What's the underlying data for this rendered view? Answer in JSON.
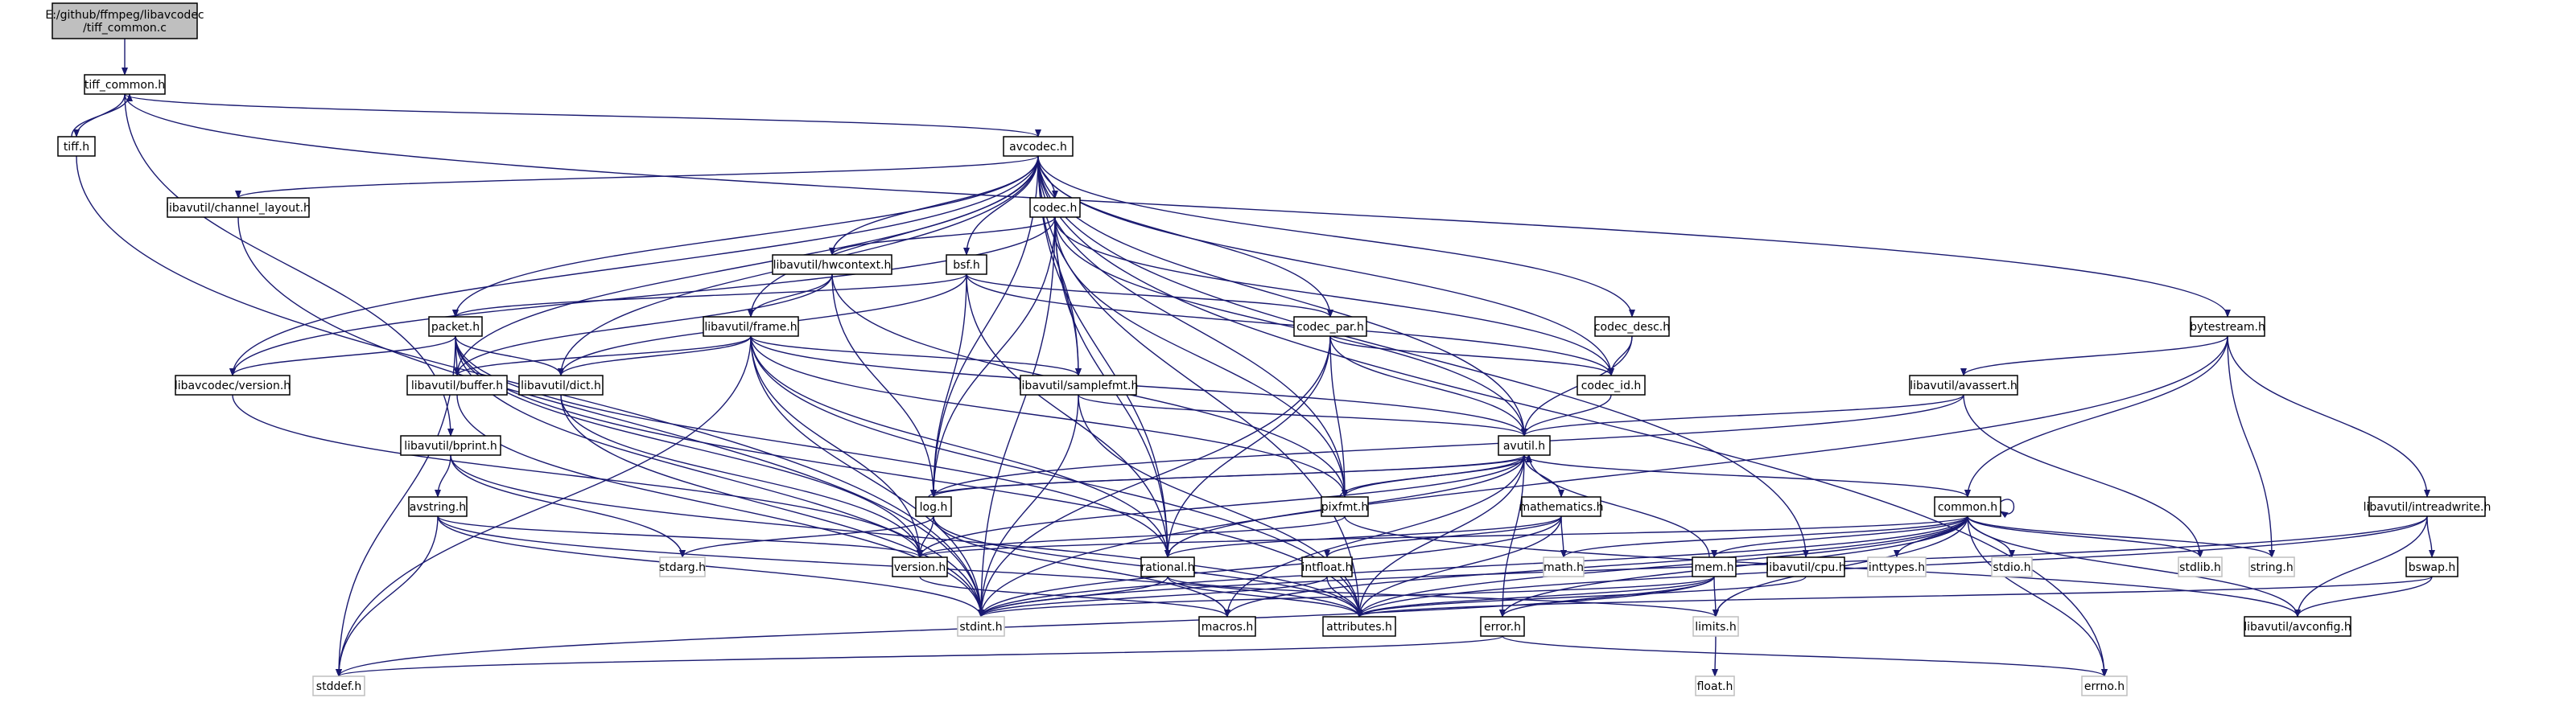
{
  "graph": {
    "nodes": [
      {
        "id": "root",
        "lines": [
          "E:/github/ffmpeg/libavcodec",
          "/tiff_common.c"
        ],
        "style": "root"
      },
      {
        "id": "tiff_common",
        "lines": [
          "tiff_common.h"
        ],
        "style": "normal"
      },
      {
        "id": "tiff",
        "lines": [
          "tiff.h"
        ],
        "style": "normal"
      },
      {
        "id": "avcodec",
        "lines": [
          "avcodec.h"
        ],
        "style": "normal"
      },
      {
        "id": "channel_layout",
        "lines": [
          "libavutil/channel_layout.h"
        ],
        "style": "normal"
      },
      {
        "id": "codec",
        "lines": [
          "codec.h"
        ],
        "style": "normal"
      },
      {
        "id": "hwcontext",
        "lines": [
          "libavutil/hwcontext.h"
        ],
        "style": "normal"
      },
      {
        "id": "bsf",
        "lines": [
          "bsf.h"
        ],
        "style": "normal"
      },
      {
        "id": "packet",
        "lines": [
          "packet.h"
        ],
        "style": "normal"
      },
      {
        "id": "frame",
        "lines": [
          "libavutil/frame.h"
        ],
        "style": "normal"
      },
      {
        "id": "codec_par",
        "lines": [
          "codec_par.h"
        ],
        "style": "normal"
      },
      {
        "id": "codec_desc",
        "lines": [
          "codec_desc.h"
        ],
        "style": "normal"
      },
      {
        "id": "bytestream",
        "lines": [
          "bytestream.h"
        ],
        "style": "normal"
      },
      {
        "id": "avc_version",
        "lines": [
          "libavcodec/version.h"
        ],
        "style": "normal"
      },
      {
        "id": "buffer",
        "lines": [
          "libavutil/buffer.h"
        ],
        "style": "normal"
      },
      {
        "id": "dict",
        "lines": [
          "libavutil/dict.h"
        ],
        "style": "normal"
      },
      {
        "id": "samplefmt",
        "lines": [
          "libavutil/samplefmt.h"
        ],
        "style": "normal"
      },
      {
        "id": "codec_id",
        "lines": [
          "codec_id.h"
        ],
        "style": "normal"
      },
      {
        "id": "avassert",
        "lines": [
          "libavutil/avassert.h"
        ],
        "style": "normal"
      },
      {
        "id": "bprint",
        "lines": [
          "libavutil/bprint.h"
        ],
        "style": "normal"
      },
      {
        "id": "avutil",
        "lines": [
          "avutil.h"
        ],
        "style": "normal"
      },
      {
        "id": "avstring",
        "lines": [
          "avstring.h"
        ],
        "style": "normal"
      },
      {
        "id": "log",
        "lines": [
          "log.h"
        ],
        "style": "normal"
      },
      {
        "id": "pixfmt",
        "lines": [
          "pixfmt.h"
        ],
        "style": "normal"
      },
      {
        "id": "mathematics",
        "lines": [
          "mathematics.h"
        ],
        "style": "normal"
      },
      {
        "id": "common",
        "lines": [
          "common.h"
        ],
        "style": "normal"
      },
      {
        "id": "intreadwrite",
        "lines": [
          "libavutil/intreadwrite.h"
        ],
        "style": "normal"
      },
      {
        "id": "stdarg",
        "lines": [
          "stdarg.h"
        ],
        "style": "ghost"
      },
      {
        "id": "version",
        "lines": [
          "version.h"
        ],
        "style": "normal"
      },
      {
        "id": "rational",
        "lines": [
          "rational.h"
        ],
        "style": "normal"
      },
      {
        "id": "intfloat",
        "lines": [
          "intfloat.h"
        ],
        "style": "normal"
      },
      {
        "id": "math",
        "lines": [
          "math.h"
        ],
        "style": "ghost"
      },
      {
        "id": "mem",
        "lines": [
          "mem.h"
        ],
        "style": "normal"
      },
      {
        "id": "cpu",
        "lines": [
          "libavutil/cpu.h"
        ],
        "style": "normal"
      },
      {
        "id": "inttypes",
        "lines": [
          "inttypes.h"
        ],
        "style": "ghost"
      },
      {
        "id": "stdio",
        "lines": [
          "stdio.h"
        ],
        "style": "ghost"
      },
      {
        "id": "stdlib",
        "lines": [
          "stdlib.h"
        ],
        "style": "ghost"
      },
      {
        "id": "string",
        "lines": [
          "string.h"
        ],
        "style": "ghost"
      },
      {
        "id": "bswap",
        "lines": [
          "bswap.h"
        ],
        "style": "normal"
      },
      {
        "id": "stdint",
        "lines": [
          "stdint.h"
        ],
        "style": "ghost"
      },
      {
        "id": "macros",
        "lines": [
          "macros.h"
        ],
        "style": "normal"
      },
      {
        "id": "attributes",
        "lines": [
          "attributes.h"
        ],
        "style": "normal"
      },
      {
        "id": "error",
        "lines": [
          "error.h"
        ],
        "style": "normal"
      },
      {
        "id": "limits",
        "lines": [
          "limits.h"
        ],
        "style": "ghost"
      },
      {
        "id": "avconfig",
        "lines": [
          "libavutil/avconfig.h"
        ],
        "style": "normal"
      },
      {
        "id": "float",
        "lines": [
          "float.h"
        ],
        "style": "ghost"
      },
      {
        "id": "stddef",
        "lines": [
          "stddef.h"
        ],
        "style": "ghost"
      },
      {
        "id": "errno",
        "lines": [
          "errno.h"
        ],
        "style": "ghost"
      }
    ],
    "edges": [
      [
        "root",
        "tiff_common"
      ],
      [
        "tiff_common",
        "tiff"
      ],
      [
        "tiff",
        "tiff_common"
      ],
      [
        "tiff_common",
        "avcodec"
      ],
      [
        "tiff_common",
        "bytestream"
      ],
      [
        "tiff_common",
        "bprint"
      ],
      [
        "tiff",
        "stdint"
      ],
      [
        "avcodec",
        "channel_layout"
      ],
      [
        "avcodec",
        "codec"
      ],
      [
        "avcodec",
        "hwcontext"
      ],
      [
        "avcodec",
        "bsf"
      ],
      [
        "avcodec",
        "packet"
      ],
      [
        "avcodec",
        "frame"
      ],
      [
        "avcodec",
        "codec_par"
      ],
      [
        "avcodec",
        "codec_desc"
      ],
      [
        "avcodec",
        "avc_version"
      ],
      [
        "avcodec",
        "buffer"
      ],
      [
        "avcodec",
        "dict"
      ],
      [
        "avcodec",
        "samplefmt"
      ],
      [
        "avcodec",
        "codec_id"
      ],
      [
        "avcodec",
        "avutil"
      ],
      [
        "avcodec",
        "log"
      ],
      [
        "avcodec",
        "pixfmt"
      ],
      [
        "avcodec",
        "rational"
      ],
      [
        "avcodec",
        "attributes"
      ],
      [
        "avcodec",
        "cpu"
      ],
      [
        "avcodec",
        "errno"
      ],
      [
        "channel_layout",
        "stdint"
      ],
      [
        "codec",
        "hwcontext"
      ],
      [
        "codec",
        "avc_version"
      ],
      [
        "codec",
        "samplefmt"
      ],
      [
        "codec",
        "codec_id"
      ],
      [
        "codec",
        "avutil"
      ],
      [
        "codec",
        "log"
      ],
      [
        "codec",
        "pixfmt"
      ],
      [
        "codec",
        "rational"
      ],
      [
        "codec",
        "stdint"
      ],
      [
        "hwcontext",
        "buffer"
      ],
      [
        "hwcontext",
        "frame"
      ],
      [
        "hwcontext",
        "log"
      ],
      [
        "hwcontext",
        "pixfmt"
      ],
      [
        "bsf",
        "packet"
      ],
      [
        "bsf",
        "codec_par"
      ],
      [
        "bsf",
        "codec_id"
      ],
      [
        "bsf",
        "dict"
      ],
      [
        "bsf",
        "log"
      ],
      [
        "bsf",
        "rational"
      ],
      [
        "packet",
        "avc_version"
      ],
      [
        "packet",
        "buffer"
      ],
      [
        "packet",
        "dict"
      ],
      [
        "packet",
        "version"
      ],
      [
        "packet",
        "attributes"
      ],
      [
        "packet",
        "rational"
      ],
      [
        "packet",
        "stdint"
      ],
      [
        "packet",
        "stddef"
      ],
      [
        "frame",
        "buffer"
      ],
      [
        "frame",
        "dict"
      ],
      [
        "frame",
        "samplefmt"
      ],
      [
        "frame",
        "avutil"
      ],
      [
        "frame",
        "pixfmt"
      ],
      [
        "frame",
        "rational"
      ],
      [
        "frame",
        "version"
      ],
      [
        "frame",
        "attributes"
      ],
      [
        "frame",
        "stdint"
      ],
      [
        "frame",
        "stddef"
      ],
      [
        "codec_par",
        "codec_id"
      ],
      [
        "codec_par",
        "avutil"
      ],
      [
        "codec_par",
        "pixfmt"
      ],
      [
        "codec_par",
        "rational"
      ],
      [
        "codec_par",
        "stdint"
      ],
      [
        "codec_desc",
        "codec_id"
      ],
      [
        "codec_desc",
        "avutil"
      ],
      [
        "bytestream",
        "avassert"
      ],
      [
        "bytestream",
        "common"
      ],
      [
        "bytestream",
        "intreadwrite"
      ],
      [
        "bytestream",
        "string"
      ],
      [
        "bytestream",
        "stdint"
      ],
      [
        "avc_version",
        "version"
      ],
      [
        "buffer",
        "stdint"
      ],
      [
        "dict",
        "stdint"
      ],
      [
        "dict",
        "version"
      ],
      [
        "samplefmt",
        "avutil"
      ],
      [
        "samplefmt",
        "attributes"
      ],
      [
        "samplefmt",
        "stdint"
      ],
      [
        "codec_id",
        "avutil"
      ],
      [
        "avassert",
        "avutil"
      ],
      [
        "avassert",
        "log"
      ],
      [
        "avassert",
        "stdlib"
      ],
      [
        "bprint",
        "avstring"
      ],
      [
        "bprint",
        "attributes"
      ],
      [
        "bprint",
        "stdarg"
      ],
      [
        "avutil",
        "common"
      ],
      [
        "avutil",
        "log"
      ],
      [
        "avutil",
        "pixfmt"
      ],
      [
        "avutil",
        "mathematics"
      ],
      [
        "avutil",
        "rational"
      ],
      [
        "avutil",
        "version"
      ],
      [
        "avutil",
        "macros"
      ],
      [
        "avutil",
        "error"
      ],
      [
        "avutil",
        "attributes"
      ],
      [
        "avstring",
        "version"
      ],
      [
        "avstring",
        "attributes"
      ],
      [
        "avstring",
        "stdint"
      ],
      [
        "avstring",
        "stddef"
      ],
      [
        "log",
        "avutil"
      ],
      [
        "log",
        "attributes"
      ],
      [
        "log",
        "version"
      ],
      [
        "log",
        "stdarg"
      ],
      [
        "log",
        "macros"
      ],
      [
        "pixfmt",
        "avutil"
      ],
      [
        "pixfmt",
        "version"
      ],
      [
        "pixfmt",
        "avconfig"
      ],
      [
        "mathematics",
        "rational"
      ],
      [
        "mathematics",
        "intfloat"
      ],
      [
        "mathematics",
        "math"
      ],
      [
        "mathematics",
        "attributes"
      ],
      [
        "mathematics",
        "stdint"
      ],
      [
        "common",
        "common"
      ],
      [
        "common",
        "mem"
      ],
      [
        "common",
        "version"
      ],
      [
        "common",
        "macros"
      ],
      [
        "common",
        "error"
      ],
      [
        "common",
        "inttypes"
      ],
      [
        "common",
        "stdio"
      ],
      [
        "common",
        "stdlib"
      ],
      [
        "common",
        "string"
      ],
      [
        "common",
        "math"
      ],
      [
        "common",
        "limits"
      ],
      [
        "common",
        "errno"
      ],
      [
        "common",
        "stdint"
      ],
      [
        "common",
        "attributes"
      ],
      [
        "common",
        "avconfig"
      ],
      [
        "intreadwrite",
        "bswap"
      ],
      [
        "intreadwrite",
        "avconfig"
      ],
      [
        "intreadwrite",
        "attributes"
      ],
      [
        "intreadwrite",
        "stdint"
      ],
      [
        "rational",
        "stdint"
      ],
      [
        "rational",
        "limits"
      ],
      [
        "rational",
        "attributes"
      ],
      [
        "intfloat",
        "stdint"
      ],
      [
        "intfloat",
        "attributes"
      ],
      [
        "mem",
        "error"
      ],
      [
        "mem",
        "limits"
      ],
      [
        "mem",
        "avutil"
      ],
      [
        "mem",
        "attributes"
      ],
      [
        "mem",
        "stdint"
      ],
      [
        "mem",
        "stddef"
      ],
      [
        "cpu",
        "attributes"
      ],
      [
        "bswap",
        "avconfig"
      ],
      [
        "bswap",
        "attributes"
      ],
      [
        "version",
        "macros"
      ],
      [
        "error",
        "errno"
      ],
      [
        "error",
        "stddef"
      ],
      [
        "limits",
        "float"
      ]
    ]
  }
}
